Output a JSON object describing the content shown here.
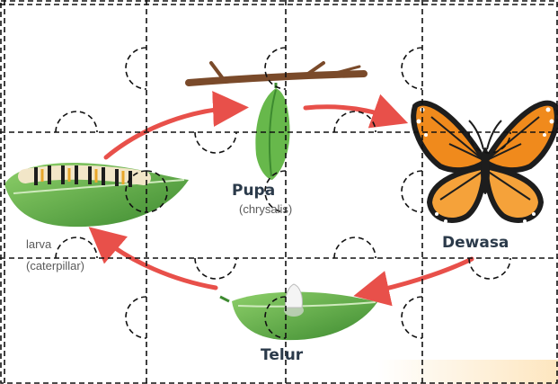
{
  "diagram": {
    "stages": {
      "pupa": {
        "name": "Pupa",
        "sub": "(chrysalis)"
      },
      "adult": {
        "name": "Dewasa"
      },
      "egg": {
        "name": "Telur"
      },
      "larva": {
        "name": "larva",
        "sub": "(caterpillar)"
      }
    }
  },
  "colors": {
    "arrow": "#e8504a",
    "leaf": "#5fae4a",
    "leaf_dark": "#3d8a30",
    "branch": "#7a4a2a",
    "wing_orange": "#f08a1c",
    "wing_black": "#1d1d1d",
    "puzzle_line": "#111111",
    "glow": "#fde3b8"
  }
}
